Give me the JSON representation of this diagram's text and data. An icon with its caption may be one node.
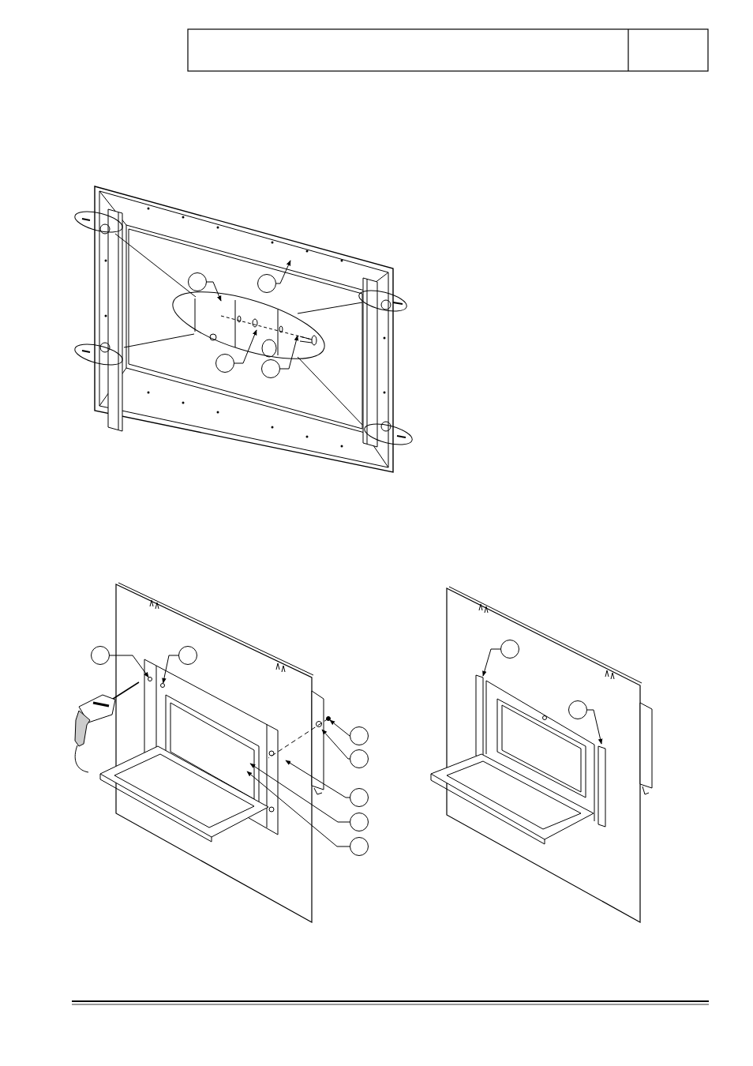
{
  "diagram": {
    "nodes": [
      {
        "text": [],
        "shape": "circle"
      },
      {
        "text": [],
        "shape": "circle"
      },
      {
        "text": [],
        "shape": "circle"
      },
      {
        "text": [],
        "shape": "circle"
      },
      {
        "text": [],
        "shape": "circle"
      },
      {
        "text": [],
        "shape": "circle"
      },
      {
        "text": [],
        "shape": "circle"
      },
      {
        "text": [],
        "shape": "circle"
      },
      {
        "text": [],
        "shape": "circle"
      },
      {
        "text": [],
        "shape": "circle"
      },
      {
        "text": [],
        "shape": "circle"
      },
      {
        "text": [],
        "shape": "circle"
      },
      {
        "text": [],
        "shape": "circle"
      },
      {
        "text": [],
        "shape": "circle"
      },
      {
        "text": [],
        "shape": "circle"
      }
    ],
    "edges": [
      {
        "from": 0,
        "to": null,
        "arrow": "to"
      },
      {
        "from": 1,
        "to": null,
        "arrow": "to"
      },
      {
        "from": 2,
        "to": null,
        "arrow": "to"
      },
      {
        "from": 3,
        "to": null,
        "arrow": "to"
      },
      {
        "from": 4,
        "to": 13,
        "arrow": "to"
      },
      {
        "from": 5,
        "to": 14,
        "arrow": "to"
      },
      {
        "from": 6,
        "to": null,
        "arrow": "to"
      },
      {
        "from": 7,
        "to": null,
        "arrow": "to"
      },
      {
        "from": 8,
        "to": null,
        "arrow": "to"
      },
      {
        "from": 9,
        "to": null,
        "arrow": "to"
      },
      {
        "from": 10,
        "to": null,
        "arrow": "to"
      },
      {
        "from": 11,
        "to": null,
        "arrow": "to"
      },
      {
        "from": 12,
        "to": null,
        "arrow": "to"
      }
    ]
  }
}
